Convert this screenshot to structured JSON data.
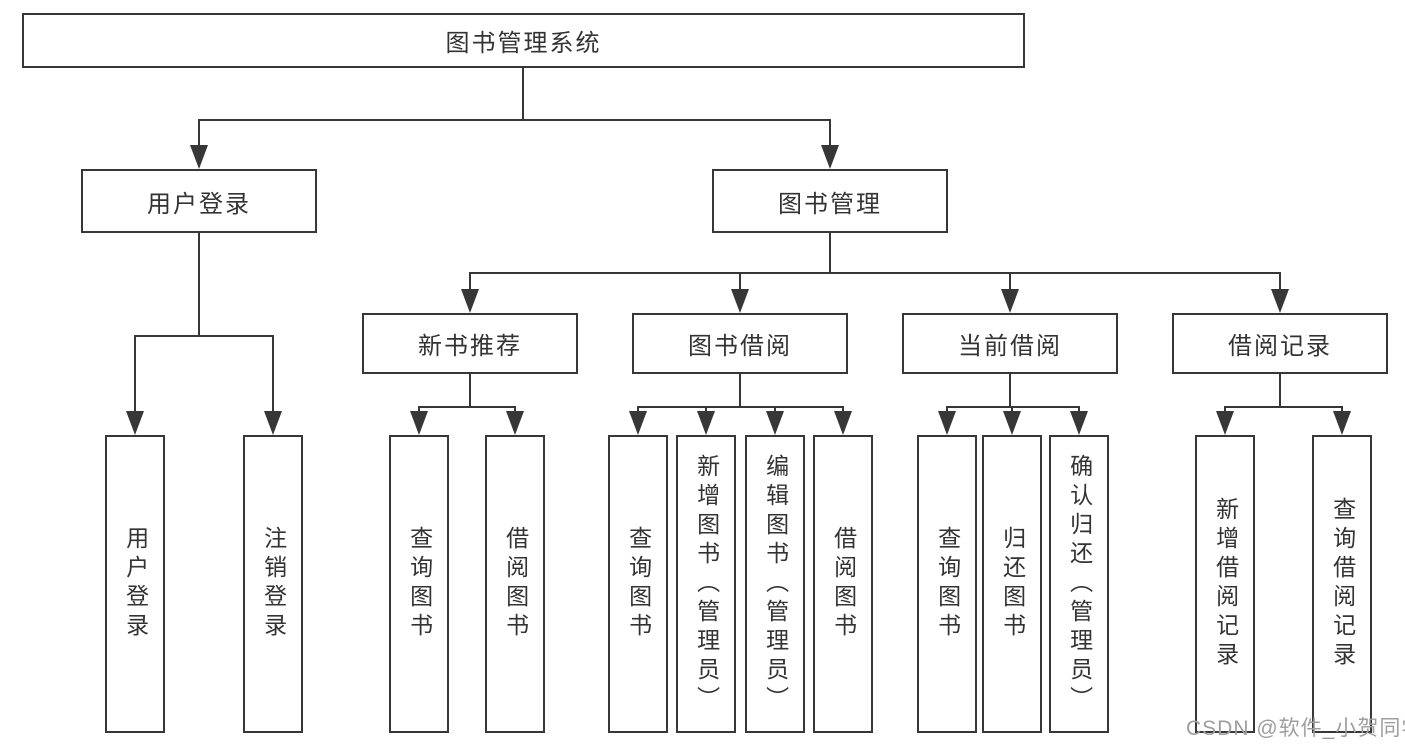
{
  "diagram": {
    "root": {
      "label": "图书管理系统"
    },
    "branches": [
      {
        "label": "用户登录",
        "children": [
          {
            "label": "用户登录"
          },
          {
            "label": "注销登录"
          }
        ]
      },
      {
        "label": "图书管理",
        "children": [
          {
            "label": "新书推荐",
            "children": [
              {
                "label": "查询图书"
              },
              {
                "label": "借阅图书"
              }
            ]
          },
          {
            "label": "图书借阅",
            "children": [
              {
                "label": "查询图书"
              },
              {
                "label": "新增图书（管理员）"
              },
              {
                "label": "编辑图书（管理员）"
              },
              {
                "label": "借阅图书"
              }
            ]
          },
          {
            "label": "当前借阅",
            "children": [
              {
                "label": "查询图书"
              },
              {
                "label": "归还图书"
              },
              {
                "label": "确认归还（管理员）"
              }
            ]
          },
          {
            "label": "借阅记录",
            "children": [
              {
                "label": "新增借阅记录"
              },
              {
                "label": "查询借阅记录"
              }
            ]
          }
        ]
      }
    ]
  },
  "watermark": {
    "text": "CSDN @软件_小贺同学"
  },
  "colors": {
    "line": "#373737",
    "box_border": "#373737",
    "text": "#333333",
    "background": "#ffffff",
    "watermark": "#9e9e9e"
  }
}
